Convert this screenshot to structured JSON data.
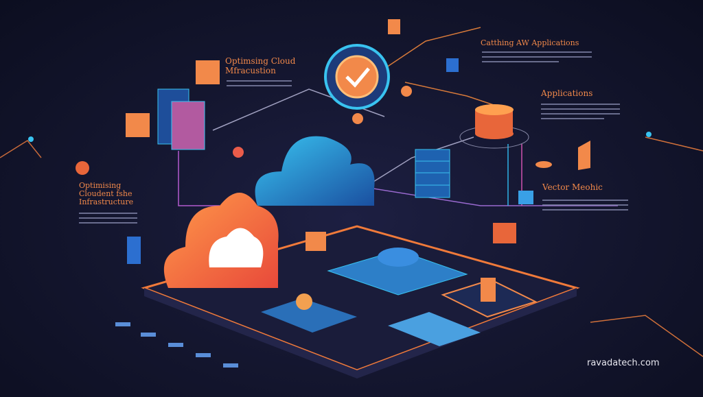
{
  "labels": {
    "top_left_title_1": "Optimsing Cloud",
    "top_left_title_2": "Mfracustion",
    "top_right_title": "Catthing AW Applications",
    "right_title": "Applications",
    "right_bottom_title": "Vector Meohic",
    "left_title_1": "Optimising",
    "left_title_2": "Cloudent fshe",
    "left_title_3": "Infrastructure"
  },
  "watermark": "ravadatech.com",
  "colors": {
    "accent_orange": "#f2894a",
    "accent_blue": "#2fb3e6",
    "background": "#14162f"
  }
}
